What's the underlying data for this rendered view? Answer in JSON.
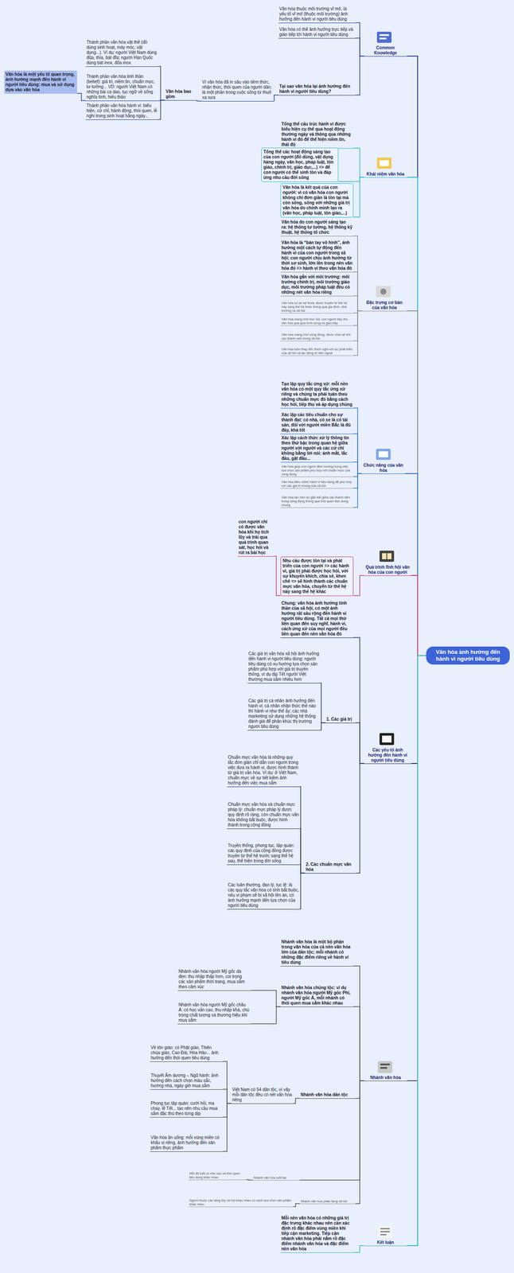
{
  "diagram": {
    "nodes": [
      {
        "text": [
          "Văn hóa ảnh hưởng đến hành vi người tiêu dùng"
        ]
      },
      {
        "text": [
          "Common Knowledge"
        ]
      },
      {
        "text": [
          "Văn hóa thuộc môi trường vĩ mô, là yếu tố vĩ mô (thuộc môi trường) ảnh hưởng đến hành vi người tiêu dùng"
        ]
      },
      {
        "text": [
          "Văn hóa có thể ảnh hưởng trực tiếp và gián tiếp tới hành vi người tiêu dùng"
        ]
      },
      {
        "text": [
          "Tại sao văn hóa lại ảnh hưởng đến hành vi người tiêu dùng?"
        ]
      },
      {
        "text": [
          "Vì văn hóa đã in sâu vào tiềm thức, nhận thức, thói quen của người dân; là một phần trong cuộc sống từ thuở xa xưa"
        ]
      },
      {
        "text": [
          "Văn hóa bao gồm"
        ]
      },
      {
        "text": [
          "Thành phần văn hóa vật thể (đồ dùng sinh hoạt, máy móc, vật dụng...). Ví dụ: người Việt Nam dùng đũa, thìa, bát đĩa; người Hàn Quốc dùng bát inox, đũa inox."
        ]
      },
      {
        "text": [
          "Thành phần văn hóa tinh thần (belief): giá trị, niềm tin, chuẩn mực, tư tưởng... VD: người Việt Nam có những bài ca dao, tục ngữ về sống nghĩa tình, hiếu thảo"
        ]
      },
      {
        "text": [
          "Thành phần văn hóa hành vi: biểu hiện, cử chỉ, hành động, thói quen, lễ nghi trong sinh hoạt hằng ngày..."
        ]
      },
      {
        "text": [
          "Văn hóa là một yếu tố quan trọng, ảnh hưởng mạnh đến hành vi người tiêu dùng: mua và sử dụng dựa vào văn hóa"
        ]
      },
      {
        "text": [
          "Khái niệm văn hóa"
        ]
      },
      {
        "text": [
          "Tổng thể cấu trúc hành vi được biểu hiện cụ thể qua hoạt động thường ngày và thông qua những hành vi đó để thể hiện niềm tin, thái độ"
        ]
      },
      {
        "text": [
          "Tổng thể các hoạt động sáng tạo của con người (đồ dùng, vật dụng hàng ngày, văn học, pháp luật, tôn giáo, chính trị, giáo dục,...) => để con người có thể sinh tồn và đáp ứng nhu cầu đời sống"
        ]
      },
      {
        "text": [
          "Văn hóa là kết quả của con người: vì có văn hóa con người không chỉ đơn giản là tồn tại mà còn sống, sống với những giá trị văn hóa do chính mình tạo ra (văn học, pháp luật, tôn giáo,...)"
        ]
      },
      {
        "text": [
          "Đặc trưng cơ bản của văn hóa"
        ]
      },
      {
        "text": [
          "Văn hóa do con người sáng tạo ra: hệ thống tư tưởng, hệ thống kỹ thuật, hệ thống tổ chức"
        ]
      },
      {
        "text": [
          "Văn hóa là “bàn tay vô hình”, ảnh hưởng một cách tự động đến hành vi của con người trong xã hội; con người chịu ảnh hưởng từ thời sơ sinh, lớn lên trong nền văn hóa đó => hành vi theo văn hóa đó"
        ]
      },
      {
        "text": [
          "Văn hóa gắn với môi trường: môi trường chính trị, môi trường giáo dục, môi trường pháp luật đều có những nét văn hóa riêng"
        ]
      },
      {
        "text": [
          "Văn hóa có sự kế thừa: được truyền từ thế hệ này sang thế hệ khác thông qua gia đình, nhà trường và xã hội"
        ]
      },
      {
        "text": [
          "Văn hóa mang tính học hỏi: con người tiếp thu văn hóa qua quá trình sống và giao tiếp"
        ]
      },
      {
        "text": [
          "Văn hóa mang tính cộng đồng: được chia sẻ bởi các thành viên trong xã hội"
        ]
      },
      {
        "text": [
          "Văn hóa luôn thay đổi: thích nghi với sự phát triển của xã hội và tác động từ bên ngoài"
        ]
      },
      {
        "text": [
          "Chức năng của văn hóa"
        ]
      },
      {
        "text": [
          "Tạo lập quy tắc ứng xử: mỗi nền văn hóa có một quy tắc ứng xử riêng và chúng ta phải tuân theo những chuẩn mực đó bằng cách học hỏi, tiếp thu và áp dụng chúng"
        ]
      },
      {
        "text": [
          "Xác lập các tiêu chuẩn cho sự thành đạt: có nhà, có xe là có tài sản, đối với người miền Bắc là đủ đầy, khá tốt"
        ]
      },
      {
        "text": [
          "Xác lập cách thức xử lý thông tin theo thứ bậc trong quan hệ giữa người với người và các cử chỉ không bằng lời nói: ánh mắt, lắc đầu, gật đầu..."
        ]
      },
      {
        "text": [
          "Văn hóa giúp con người định hướng trong việc lựa chọn sản phẩm phù hợp với chuẩn mực của cộng đồng"
        ]
      },
      {
        "text": [
          "Văn hóa điều chỉnh hành vi tiêu dùng để phù hợp với các giá trị chung của xã hội"
        ]
      },
      {
        "text": [
          "Văn hóa tạo nên sự gắn kết giữa các thành viên trong cộng đồng thông qua thói quen tiêu dùng chung"
        ]
      },
      {
        "text": [
          "Quá trình lĩnh hội văn hóa của con người"
        ]
      },
      {
        "text": [
          "Nhu cầu được tồn tại và phát triển của con người => các hành vi, giá trị phải được học hỏi, với sự khuyến khích, chia sẻ, khen chê => sẽ hình thành các chuẩn mực văn hóa, chuyển từ thế hệ này sang thế hệ khác"
        ]
      },
      {
        "text": [
          "con người chỉ có được văn hóa khi họ tích lũy và trải qua quá trình quan sát, học hỏi và rút ra bài học"
        ]
      },
      {
        "text": [
          "Các yếu tố ảnh hưởng đến hành vi người tiêu dùng"
        ]
      },
      {
        "text": [
          "Chung: văn hóa ảnh hưởng tinh thần của xã hội, có một ảnh hưởng rất sâu rộng đến hành vi người tiêu dùng. Tất cả mọi thứ liên quan đến suy nghĩ, hành vi, cách ứng xử của mọi người đều liên quan đến nền văn hóa đó"
        ]
      },
      {
        "text": [
          "1. Các giá trị"
        ]
      },
      {
        "text": [
          "Các giá trị văn hóa xã hội ảnh hưởng đến hành vi người tiêu dùng: người tiêu dùng có xu hướng lựa chọn sản phẩm phù hợp với giá trị truyền thống, ví dụ dịp Tết người Việt thường mua sắm nhiều hơn"
        ]
      },
      {
        "text": [
          "Các giá trị cá nhân ảnh hưởng đến hành vi: cá nhân nhận thức thế nào thì hành vi như thế ấy; các nhà marketing sử dụng những hệ thống đánh giá để phân khúc thị trường người tiêu dùng"
        ]
      },
      {
        "text": [
          "2. Các chuẩn mực văn hóa"
        ]
      },
      {
        "text": [
          "Chuẩn mực văn hóa là những quy tắc đơn giản chỉ dẫn con người trong việc đưa ra hành vi, được hình thành từ giá trị văn hóa. Ví dụ: ở Việt Nam, chuẩn mực về sự tiết kiệm ảnh hưởng đến việc mua sắm"
        ]
      },
      {
        "text": [
          "Chuẩn mực văn hóa và chuẩn mực pháp lý: chuẩn mực pháp lý được quy định rõ ràng, còn chuẩn mực văn hóa không bắt buộc, được hình thành trong cộng đồng"
        ]
      },
      {
        "text": [
          "Truyền thống, phong tục, tập quán: các quy định của cộng đồng được truyền từ thế hệ trước sang thế hệ sau, thể hiện trong đời sống"
        ]
      },
      {
        "text": [
          "Các luân thường, đạo lý, tục lệ: là các quy tắc văn hóa có tính bắt buộc, nếu vi phạm sẽ bị xã hội lên án, có ảnh hưởng mạnh đến lựa chọn của người tiêu dùng"
        ]
      },
      {
        "text": [
          "Nhánh văn hóa"
        ]
      },
      {
        "text": [
          "Nhánh văn hóa là một bộ phận trong văn hóa của cả nền văn hóa lớn của dân tộc; mỗi nhánh có những đặc điểm riêng về hành vi tiêu dùng"
        ]
      },
      {
        "text": [
          "Nhánh văn hóa chủng tộc: ví dụ nhánh văn hóa người Mỹ gốc Phi, người Mỹ gốc Á, mỗi nhánh có thói quen mua sắm khác nhau"
        ]
      },
      {
        "text": [
          "Nhánh văn hóa người Mỹ gốc da đen: thu nhập thấp hơn, coi trọng các sản phẩm thời trang, mua sắm theo cảm xúc"
        ]
      },
      {
        "text": [
          "Nhánh văn hóa người Mỹ gốc châu Á: có học vấn cao, thu nhập khá, chú trọng chất lượng và thương hiệu khi mua sắm"
        ]
      },
      {
        "text": [
          "Nhánh văn hóa dân tộc"
        ]
      },
      {
        "text": [
          "Việt Nam có 54 dân tộc, vì vậy mỗi dân tộc đều có nét văn hóa riêng"
        ]
      },
      {
        "text": [
          "Về tôn giáo: có Phật giáo, Thiên chúa giáo, Cao Đài, Hòa Hảo... ảnh hưởng đến thói quen tiêu dùng"
        ]
      },
      {
        "text": [
          "Thuyết Âm dương – Ngũ hành: ảnh hưởng đến cách chọn màu sắc, hướng nhà, ngày giờ mua sắm"
        ]
      },
      {
        "text": [
          "Phong tục tập quán: cưới hỏi, ma chay, lễ Tết... tạo nên nhu cầu mua sắm đặc thù theo từng dịp"
        ]
      },
      {
        "text": [
          "Văn hóa ăn uống: mỗi vùng miền có khẩu vị riêng, ảnh hưởng đến sản phẩm thực phẩm"
        ]
      },
      {
        "text": [
          "Nhánh văn hóa tuổi tác"
        ]
      },
      {
        "text": [
          "Mỗi độ tuổi có nhu cầu và thói quen tiêu dùng khác nhau"
        ]
      },
      {
        "text": [
          "Nhánh văn hóa phân tầng xã hội"
        ]
      },
      {
        "text": [
          "Người thuộc các tầng lớp xã hội khác nhau có cách lựa chọn sản phẩm khác nhau"
        ]
      },
      {
        "text": [
          "Kết luận"
        ]
      },
      {
        "text": [
          "Mỗi nền văn hóa có những giá trị đặc trưng khác nhau nên cần xác định rõ đặc điểm vùng miền khi tiếp cận marketing. Tiếp cận nhánh văn hóa phải nắm rõ đặc điểm nhánh văn hóa và đặc điểm nền văn hóa"
        ]
      }
    ],
    "edges": [
      {
        "from": 0,
        "to": 1,
        "arrow": "none"
      },
      {
        "from": 0,
        "to": 11,
        "arrow": "none"
      },
      {
        "from": 0,
        "to": 15,
        "arrow": "none"
      },
      {
        "from": 0,
        "to": 23,
        "arrow": "none"
      },
      {
        "from": 0,
        "to": 30,
        "arrow": "none"
      },
      {
        "from": 0,
        "to": 33,
        "arrow": "none"
      },
      {
        "from": 0,
        "to": 43,
        "arrow": "none"
      },
      {
        "from": 0,
        "to": 58,
        "arrow": "none"
      },
      {
        "from": 1,
        "to": 2,
        "arrow": "none"
      },
      {
        "from": 1,
        "to": 3,
        "arrow": "none"
      },
      {
        "from": 1,
        "to": 4,
        "arrow": "none"
      },
      {
        "from": 4,
        "to": 5,
        "arrow": "none"
      },
      {
        "from": 5,
        "to": 6,
        "arrow": "none"
      },
      {
        "from": 6,
        "to": 7,
        "arrow": "none"
      },
      {
        "from": 6,
        "to": 8,
        "arrow": "none"
      },
      {
        "from": 6,
        "to": 9,
        "arrow": "none"
      },
      {
        "from": 8,
        "to": 10,
        "arrow": "none"
      },
      {
        "from": 11,
        "to": 12,
        "arrow": "none"
      },
      {
        "from": 11,
        "to": 13,
        "arrow": "none"
      },
      {
        "from": 11,
        "to": 14,
        "arrow": "none"
      },
      {
        "from": 15,
        "to": 16,
        "arrow": "none"
      },
      {
        "from": 15,
        "to": 17,
        "arrow": "none"
      },
      {
        "from": 15,
        "to": 18,
        "arrow": "none"
      },
      {
        "from": 15,
        "to": 19,
        "arrow": "none"
      },
      {
        "from": 15,
        "to": 20,
        "arrow": "none"
      },
      {
        "from": 15,
        "to": 21,
        "arrow": "none"
      },
      {
        "from": 15,
        "to": 22,
        "arrow": "none"
      },
      {
        "from": 23,
        "to": 24,
        "arrow": "none"
      },
      {
        "from": 23,
        "to": 25,
        "arrow": "none"
      },
      {
        "from": 23,
        "to": 26,
        "arrow": "none"
      },
      {
        "from": 23,
        "to": 27,
        "arrow": "none"
      },
      {
        "from": 23,
        "to": 28,
        "arrow": "none"
      },
      {
        "from": 23,
        "to": 29,
        "arrow": "none"
      },
      {
        "from": 30,
        "to": 31,
        "arrow": "none"
      },
      {
        "from": 31,
        "to": 32,
        "arrow": "none"
      },
      {
        "from": 33,
        "to": 34,
        "arrow": "none"
      },
      {
        "from": 33,
        "to": 35,
        "arrow": "none"
      },
      {
        "from": 33,
        "to": 38,
        "arrow": "none"
      },
      {
        "from": 35,
        "to": 36,
        "arrow": "none"
      },
      {
        "from": 35,
        "to": 37,
        "arrow": "none"
      },
      {
        "from": 38,
        "to": 39,
        "arrow": "none"
      },
      {
        "from": 38,
        "to": 40,
        "arrow": "none"
      },
      {
        "from": 38,
        "to": 41,
        "arrow": "none"
      },
      {
        "from": 38,
        "to": 42,
        "arrow": "none"
      },
      {
        "from": 43,
        "to": 44,
        "arrow": "none"
      },
      {
        "from": 43,
        "to": 45,
        "arrow": "none"
      },
      {
        "from": 43,
        "to": 48,
        "arrow": "none"
      },
      {
        "from": 43,
        "to": 54,
        "arrow": "none"
      },
      {
        "from": 43,
        "to": 56,
        "arrow": "none"
      },
      {
        "from": 45,
        "to": 46,
        "arrow": "none"
      },
      {
        "from": 45,
        "to": 47,
        "arrow": "none"
      },
      {
        "from": 48,
        "to": 49,
        "arrow": "none"
      },
      {
        "from": 49,
        "to": 50,
        "arrow": "none"
      },
      {
        "from": 49,
        "to": 51,
        "arrow": "none"
      },
      {
        "from": 49,
        "to": 52,
        "arrow": "none"
      },
      {
        "from": 49,
        "to": 53,
        "arrow": "none"
      },
      {
        "from": 54,
        "to": 55,
        "arrow": "none"
      },
      {
        "from": 56,
        "to": 57,
        "arrow": "none"
      },
      {
        "from": 58,
        "to": 59,
        "arrow": "none"
      }
    ]
  }
}
